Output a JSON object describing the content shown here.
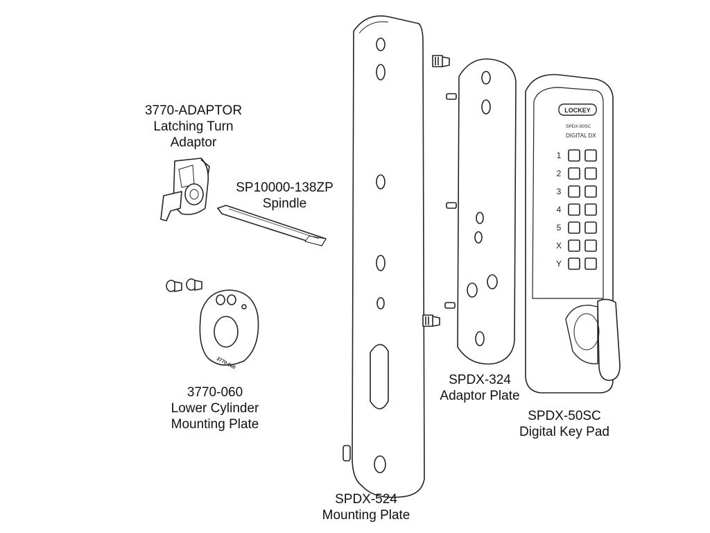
{
  "parts": [
    {
      "id": "adaptor",
      "lines": [
        "3770-ADAPTOR",
        "Latching Turn",
        "Adaptor"
      ]
    },
    {
      "id": "spindle",
      "lines": [
        "SP10000-138ZP",
        "Spindle"
      ]
    },
    {
      "id": "lower",
      "lines": [
        "3770-060",
        "Lower Cylinder",
        "Mounting Plate"
      ]
    },
    {
      "id": "plate324",
      "lines": [
        "SPDX-324",
        "Adaptor Plate"
      ]
    },
    {
      "id": "keypad",
      "lines": [
        "SPDX-50SC",
        "Digital Key Pad"
      ]
    },
    {
      "id": "plate524",
      "lines": [
        "SPDX-524",
        "Mounting Plate"
      ]
    }
  ],
  "engravings": {
    "ring_mark": "3770-060",
    "keypad_model": "SPDX-50SC",
    "keypad_text": "DIGITAL DX",
    "keys_left": [
      "1",
      "2",
      "3",
      "4",
      "5",
      "X",
      "Y"
    ]
  }
}
